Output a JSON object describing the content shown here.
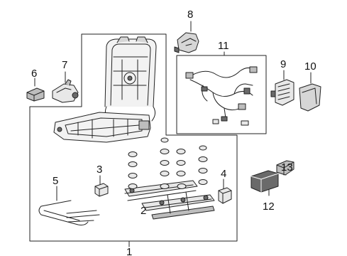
{
  "diagram": {
    "colors": {
      "line": "#222222",
      "fill_light": "#e8e8e8",
      "fill_mid": "#bdbdbd",
      "fill_dark": "#6a6a6a"
    },
    "callouts": [
      {
        "id": "c1",
        "label": "1"
      },
      {
        "id": "c2",
        "label": "2"
      },
      {
        "id": "c3",
        "label": "3"
      },
      {
        "id": "c4",
        "label": "4"
      },
      {
        "id": "c5",
        "label": "5"
      },
      {
        "id": "c6",
        "label": "6"
      },
      {
        "id": "c7",
        "label": "7"
      },
      {
        "id": "c8",
        "label": "8"
      },
      {
        "id": "c9",
        "label": "9"
      },
      {
        "id": "c10",
        "label": "10"
      },
      {
        "id": "c11",
        "label": "11"
      },
      {
        "id": "c12",
        "label": "12"
      },
      {
        "id": "c13",
        "label": "13"
      }
    ]
  }
}
